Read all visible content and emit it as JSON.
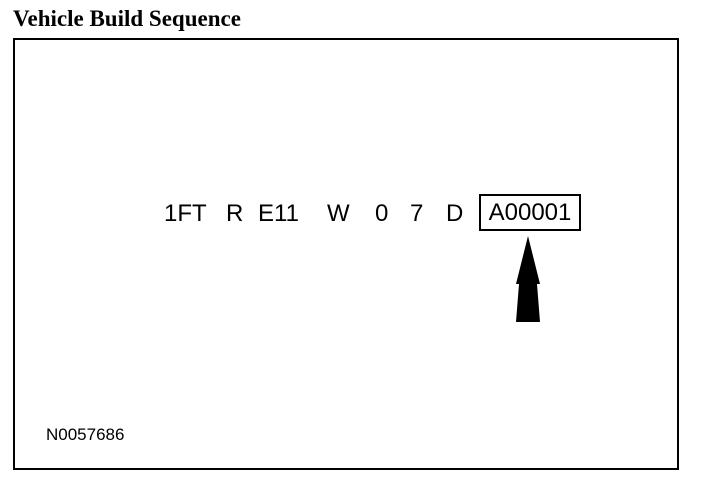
{
  "title": "Vehicle Build Sequence",
  "vin": {
    "segments": [
      "1FT",
      "R",
      "E11",
      "W",
      "0",
      "7",
      "D"
    ],
    "highlighted": "A00001"
  },
  "figure_id": "N0057686",
  "colors": {
    "ink": "#000000",
    "background": "#ffffff"
  },
  "icons": {
    "pointer": "up-arrow-icon"
  }
}
